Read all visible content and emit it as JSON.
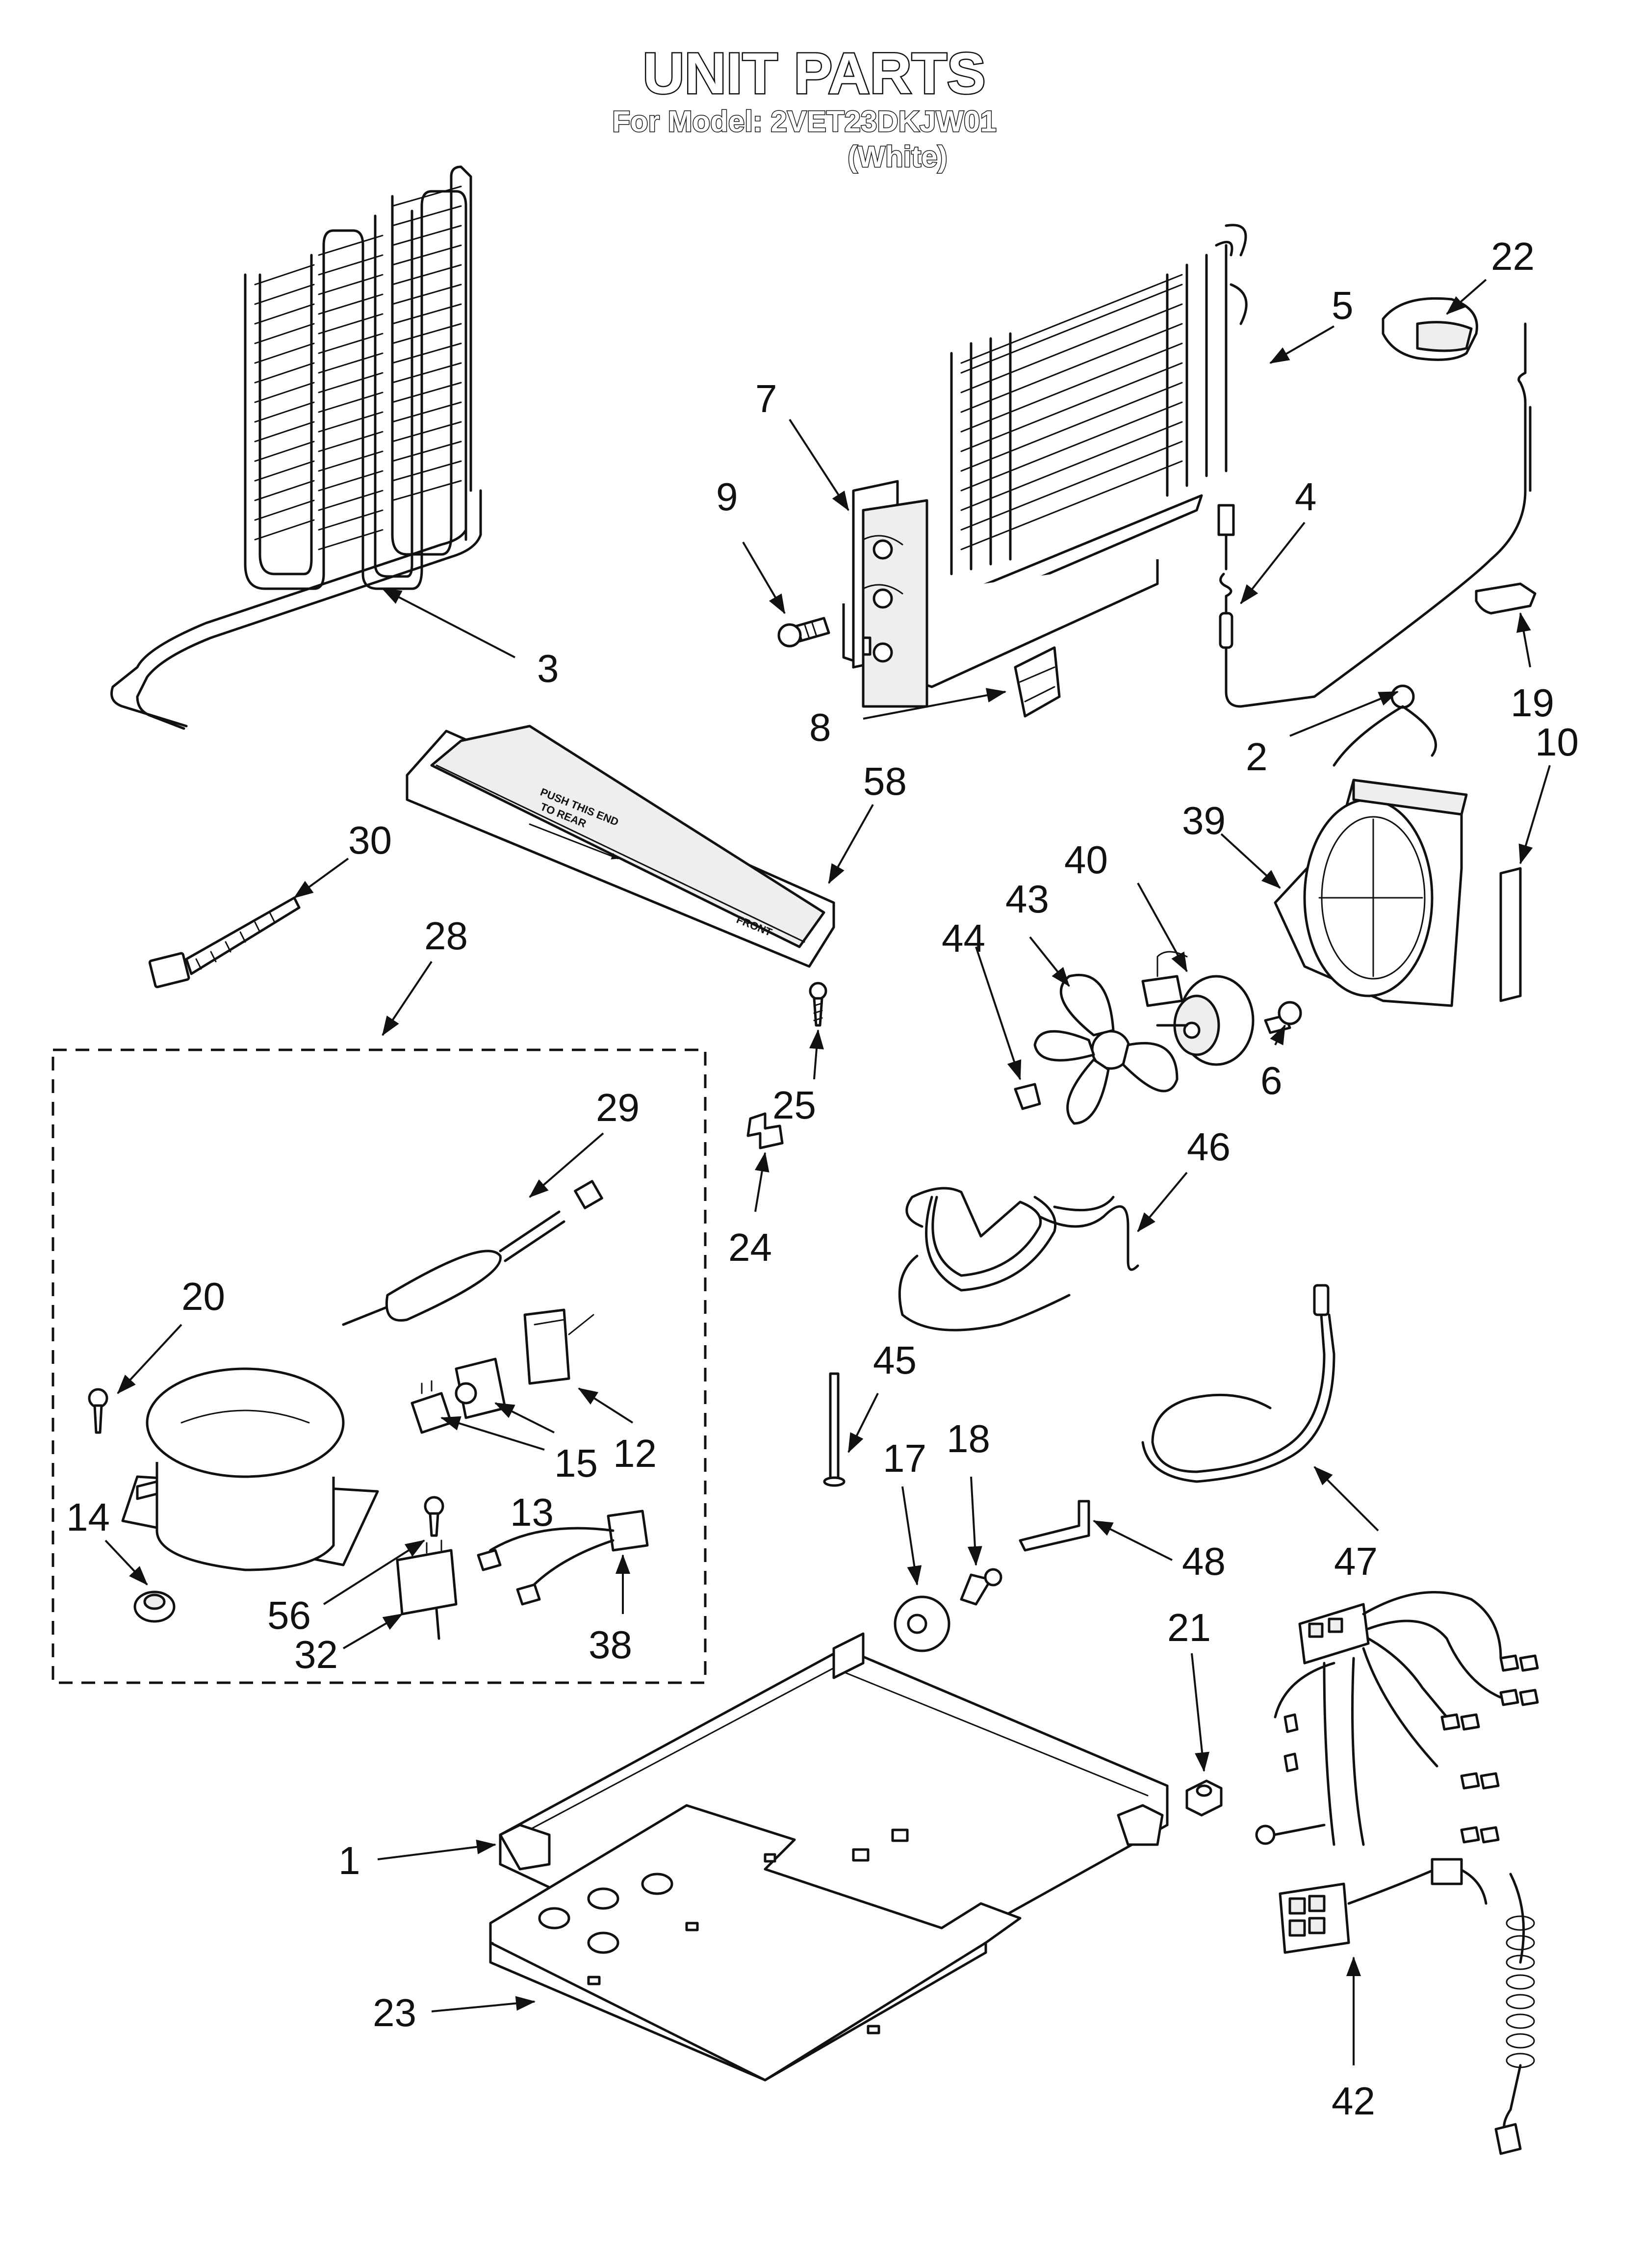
{
  "header": {
    "title": "UNIT PARTS",
    "model_line": "For Model: 2VET23DKJW01",
    "color_note": "(White)"
  },
  "tray_stencil": {
    "line1": "PUSH THIS END",
    "line2": "TO REAR",
    "front": "FRONT"
  },
  "callouts": [
    "1",
    "2",
    "3",
    "4",
    "5",
    "6",
    "7",
    "8",
    "9",
    "10",
    "12",
    "13",
    "14",
    "15",
    "17",
    "18",
    "19",
    "20",
    "21",
    "22",
    "23",
    "24",
    "25",
    "28",
    "29",
    "30",
    "32",
    "38",
    "39",
    "40",
    "42",
    "43",
    "44",
    "45",
    "46",
    "47",
    "48",
    "56",
    "58"
  ]
}
